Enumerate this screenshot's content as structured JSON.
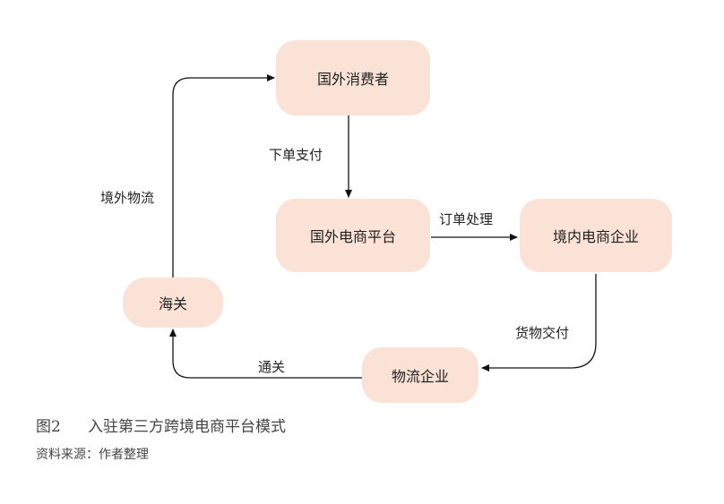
{
  "diagram": {
    "nodes": {
      "foreign_consumer": "国外消费者",
      "foreign_platform": "国外电商平台",
      "domestic_enterprise": "境内电商企业",
      "logistics": "物流企业",
      "customs": "海关"
    },
    "edges": {
      "place_order": "下单支付",
      "order_processing": "订单处理",
      "deliver": "货物交付",
      "clearance": "通关",
      "cross_border_logistics": "境外物流"
    }
  },
  "figure": {
    "number": "图2",
    "title": "入驻第三方跨境电商平台模式",
    "source": "资料来源：作者整理"
  },
  "colors": {
    "node_fill": "#fbe2d6",
    "line": "#111111",
    "caption_text": "#444444"
  }
}
